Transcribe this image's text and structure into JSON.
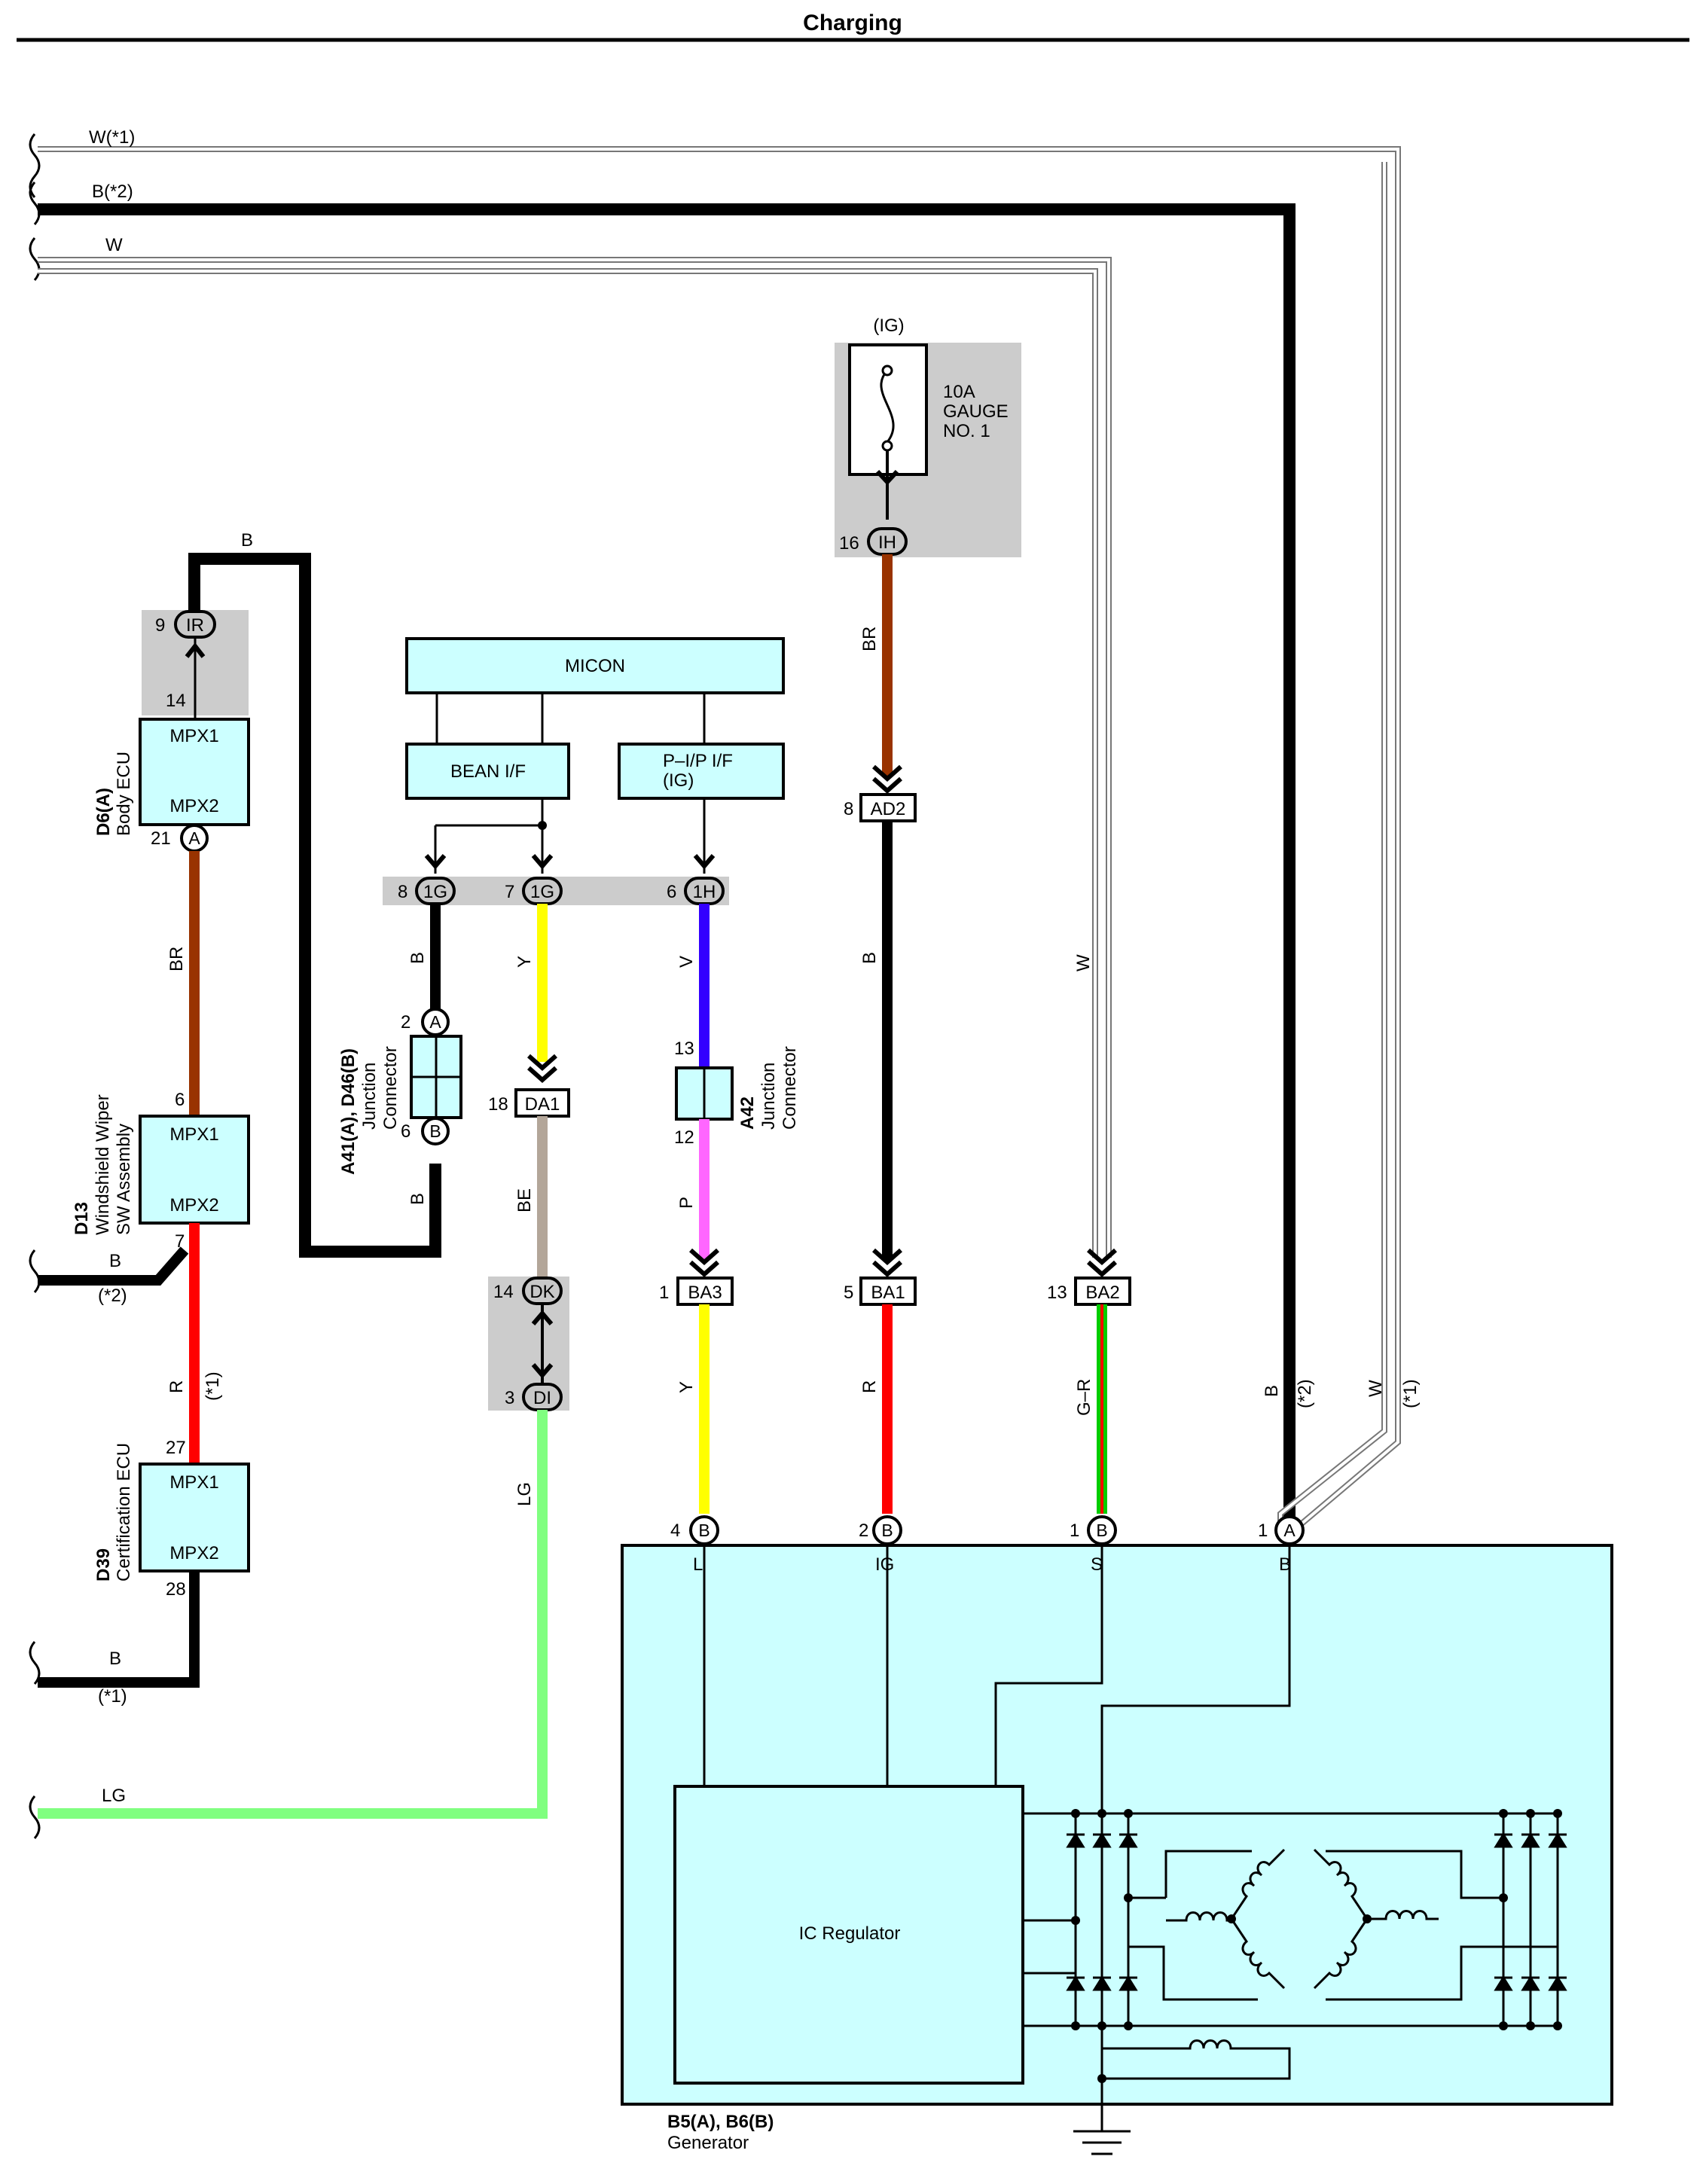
{
  "title": "Charging",
  "top_wires": {
    "w1": "W(*1)",
    "b2": "B(*2)",
    "w": "W"
  },
  "fuse": {
    "supply": "(IG)",
    "rating": "10A",
    "name1": "GAUGE",
    "name2": "NO. 1",
    "pin": "16",
    "conn": "IH"
  },
  "body_ecu": {
    "code": "D6(A)",
    "name": "Body ECU",
    "mpx1": "MPX1",
    "mpx2": "MPX2",
    "pin_top": "14",
    "pin_bottom": "21",
    "conn_bottom": "A",
    "ir_pin": "9",
    "ir_conn": "IR",
    "wire_top": "B",
    "wire_bottom": "BR"
  },
  "wiper": {
    "code": "D13",
    "name1": "Windshield Wiper",
    "name2": "SW Assembly",
    "mpx1": "MPX1",
    "mpx2": "MPX2",
    "pin_top": "6",
    "pin_bottom": "7",
    "wire_left": "B",
    "wire_left_note": "(*2)",
    "wire_bottom": "R",
    "wire_bottom_note": "(*1)"
  },
  "cert": {
    "code": "D39",
    "name": "Certification ECU",
    "mpx1": "MPX1",
    "mpx2": "MPX2",
    "pin_top": "27",
    "pin_bottom": "28",
    "wire_left": "B",
    "wire_left_note": "(*1)"
  },
  "micon": {
    "micon": "MICON",
    "bean": "BEAN I/F",
    "pip1": "P–I/P I/F",
    "pip2": "(IG)"
  },
  "jc_row": {
    "p8": "8",
    "c8": "1G",
    "p7": "7",
    "c7": "1G",
    "p6": "6",
    "c6": "1H"
  },
  "jc_a41": {
    "code": "A41(A), D46(B)",
    "name1": "Junction",
    "name2": "Connector",
    "pin_a": "2",
    "conn_a": "A",
    "pin_b": "6",
    "conn_b": "B",
    "wire_top": "B",
    "wire_bottom": "B"
  },
  "col_y": {
    "wire_top": "Y",
    "pin": "18",
    "conn": "DA1",
    "wire_mid": "BE",
    "dk_pin": "14",
    "dk_conn": "DK",
    "di_pin": "3",
    "di_conn": "DI",
    "wire_bottom": "LG"
  },
  "jc_a42": {
    "code": "A42",
    "name1": "Junction",
    "name2": "Connector",
    "wire_top": "V",
    "pin_top": "13",
    "pin_bottom": "12",
    "wire_bottom": "P",
    "ba3_pin": "1",
    "ba3_conn": "BA3",
    "wire_last": "Y"
  },
  "col_br": {
    "wire_top": "BR",
    "ad2_pin": "8",
    "ad2_conn": "AD2",
    "wire_mid": "B",
    "ba1_pin": "5",
    "ba1_conn": "BA1",
    "wire_bottom": "R"
  },
  "col_w": {
    "wire_top": "W",
    "ba2_pin": "13",
    "ba2_conn": "BA2",
    "wire_bottom": "G–R"
  },
  "col_b": {
    "wire": "B",
    "note": "(*2)",
    "wire2": "W",
    "note2": "(*1)"
  },
  "lg_left": "LG",
  "generator": {
    "code": "B5(A), B6(B)",
    "name": "Generator",
    "p4": "4",
    "c4": "B",
    "t_l": "L",
    "p2": "2",
    "c2": "B",
    "t_ig": "IG",
    "p1s": "1",
    "c1s": "B",
    "t_s": "S",
    "p1a": "1",
    "c1a": "A",
    "t_b": "B",
    "regulator": "IC Regulator"
  },
  "colors": {
    "black": "#000000",
    "brown": "#993300",
    "red": "#ff0000",
    "yellow": "#ffff00",
    "violet": "#3300ff",
    "pink": "#ff66ff",
    "beige": "#b3a699",
    "light_green": "#80ff80",
    "green": "#00cc00"
  }
}
